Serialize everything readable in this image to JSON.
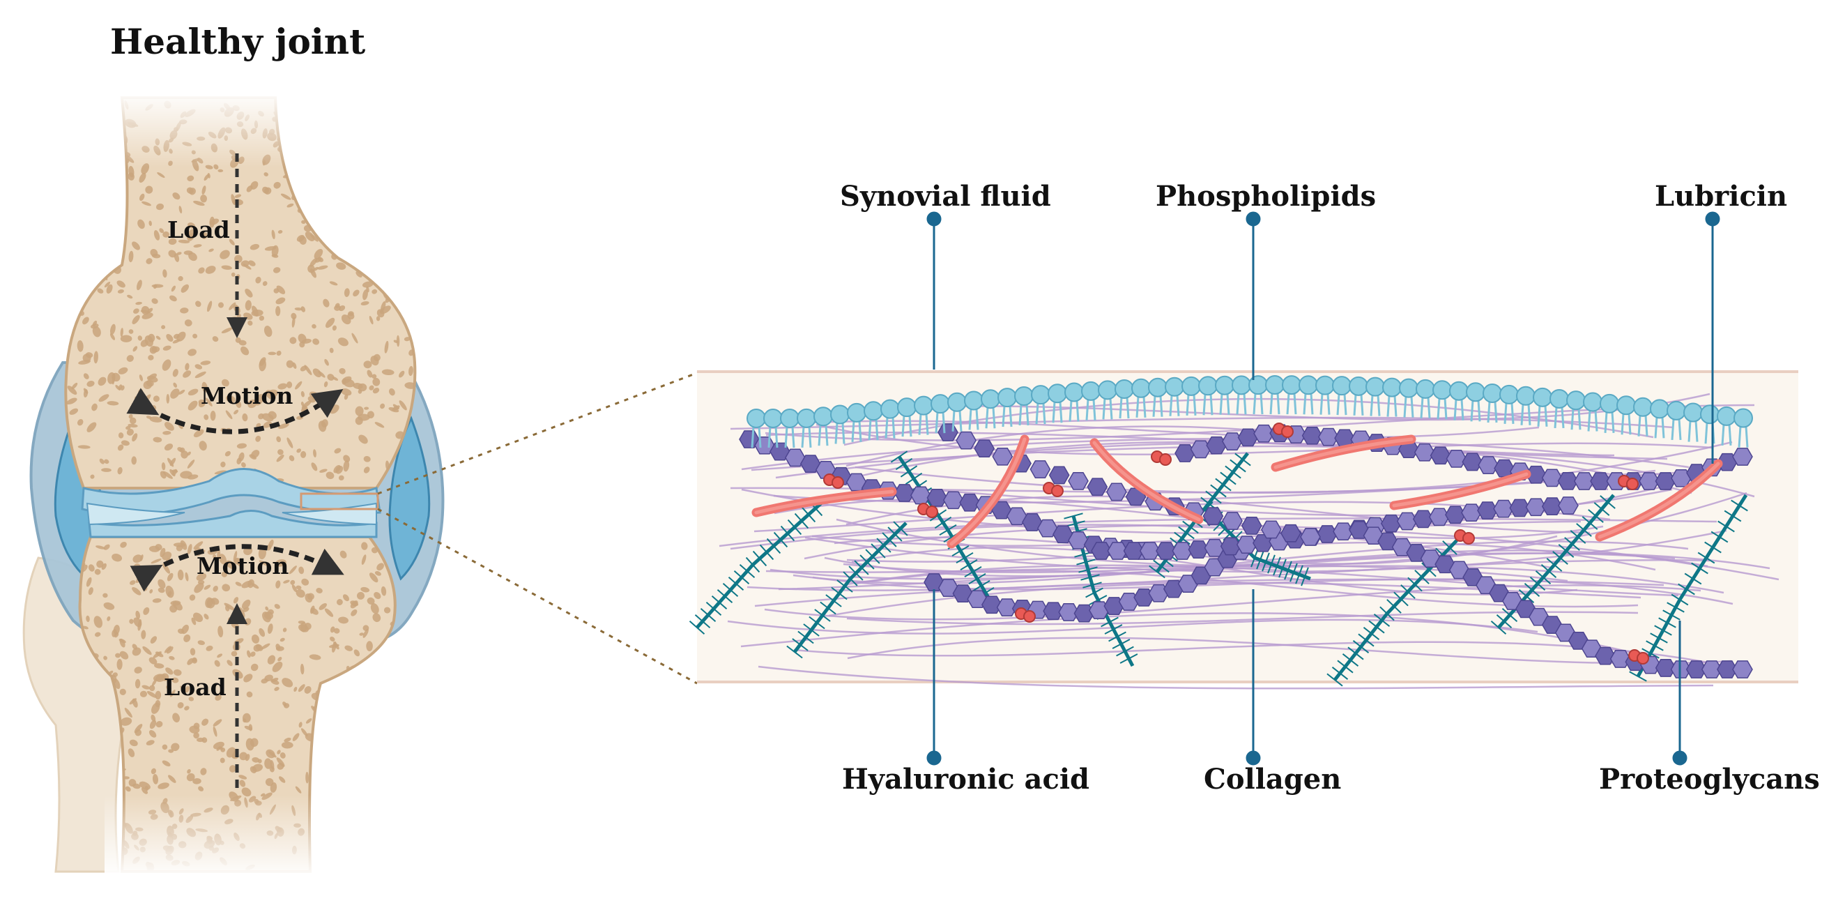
{
  "title": "Healthy joint",
  "joint": {
    "upper_load": "Load",
    "upper_motion": "Motion",
    "lower_motion": "Motion",
    "lower_load": "Load"
  },
  "callouts": {
    "synovial_fluid": "Synovial fluid",
    "phospholipids": "Phospholipids",
    "lubricin": "Lubricin",
    "hyaluronic_acid": "Hyaluronic acid",
    "collagen": "Collagen",
    "proteoglycans": "Proteoglycans"
  },
  "colors": {
    "bone_fill": "#ead7bd",
    "bone_edge": "#c9a77f",
    "bone_pores": "#c9a47c",
    "capsule": "#9fc2d6",
    "synovial": "#6fb4d6",
    "cartilage": "#a9d3e6",
    "panel_bg": "#fbf6ef",
    "panel_border": "#e9cfc1",
    "phospholipid": "#8ecfe1",
    "hyaluronic": "#7b6fb5",
    "collagen": "#b69ad0",
    "lubricin": "#f07770",
    "proteoglycan": "#0e7787",
    "leader": "#1a6790",
    "zoom_lines": "#8a6a37"
  }
}
